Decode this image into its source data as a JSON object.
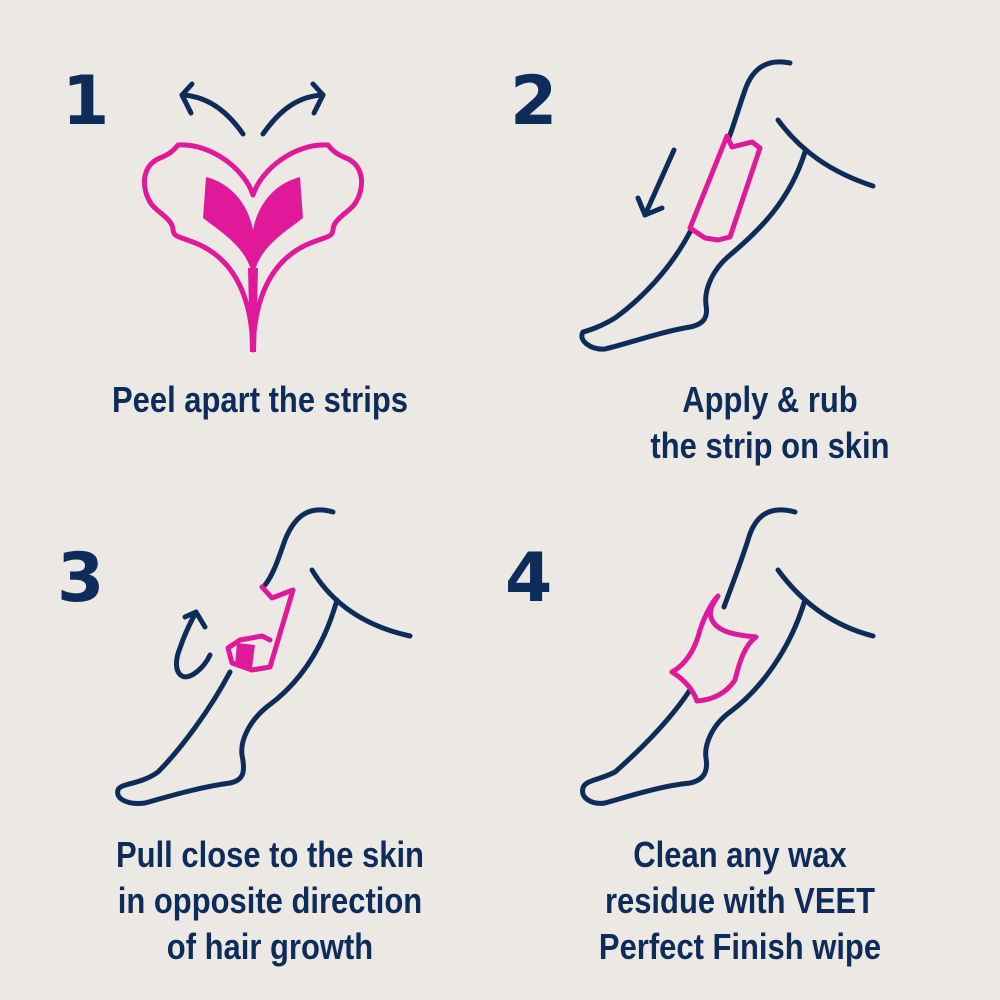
{
  "colors": {
    "background": "#ECE8E4",
    "navy": "#0E2C5A",
    "magenta": "#E0199A"
  },
  "steps": [
    {
      "number": "1",
      "caption_lines": [
        "Peel apart the strips"
      ],
      "icon": "peel-strips-icon"
    },
    {
      "number": "2",
      "caption_lines": [
        "Apply & rub",
        "the strip on skin"
      ],
      "icon": "leg-apply-strip-icon"
    },
    {
      "number": "3",
      "caption_lines": [
        "Pull close to the skin",
        "in opposite direction",
        "of hair growth"
      ],
      "icon": "leg-pull-strip-icon"
    },
    {
      "number": "4",
      "caption_lines": [
        "Clean any wax",
        "residue with VEET",
        "Perfect Finish wipe"
      ],
      "icon": "leg-wipe-icon"
    }
  ]
}
